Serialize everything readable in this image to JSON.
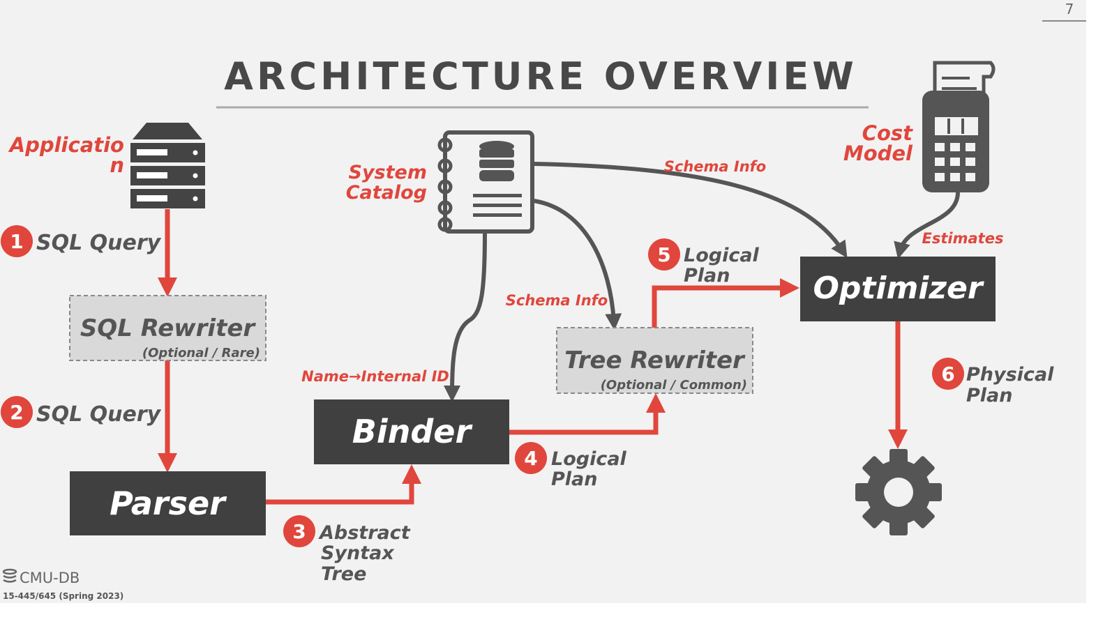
{
  "page_number": "7",
  "title": "ARCHITECTURE OVERVIEW",
  "colors": {
    "accent": "#e0463c",
    "box_dark": "#404040",
    "box_optional": "#d9d9d9",
    "connector": "#555555",
    "background": "#f2f2f2"
  },
  "application": {
    "label_line1": "Applicatio",
    "label_line2": "n",
    "icon": "server-icon"
  },
  "system_catalog": {
    "label_line1": "System",
    "label_line2": "Catalog",
    "icon": "notebook-database-icon"
  },
  "cost_model": {
    "label_line1": "Cost",
    "label_line2": "Model",
    "icon": "calculator-icon"
  },
  "components": {
    "sql_rewriter": {
      "name": "SQL Rewriter",
      "note": "(Optional / Rare)"
    },
    "parser": {
      "name": "Parser"
    },
    "binder": {
      "name": "Binder"
    },
    "tree_rewriter": {
      "name": "Tree Rewriter",
      "note": "(Optional / Common)"
    },
    "optimizer": {
      "name": "Optimizer"
    },
    "executor_icon": "gear-icon"
  },
  "steps": [
    {
      "number": "1",
      "lines": [
        "SQL Query"
      ]
    },
    {
      "number": "2",
      "lines": [
        "SQL Query"
      ]
    },
    {
      "number": "3",
      "lines": [
        "Abstract",
        "Syntax",
        "Tree"
      ]
    },
    {
      "number": "4",
      "lines": [
        "Logical",
        "Plan"
      ]
    },
    {
      "number": "5",
      "lines": [
        "Logical",
        "Plan"
      ]
    },
    {
      "number": "6",
      "lines": [
        "Physical",
        "Plan"
      ]
    }
  ],
  "annotations": {
    "schema_info_optimizer": "Schema Info",
    "schema_info_tree": "Schema Info",
    "name_to_id": "Name→Internal ID",
    "estimates": "Estimates"
  },
  "footer": {
    "logo": "CMU-DB",
    "course": "15-445/645 (Spring 2023)"
  }
}
